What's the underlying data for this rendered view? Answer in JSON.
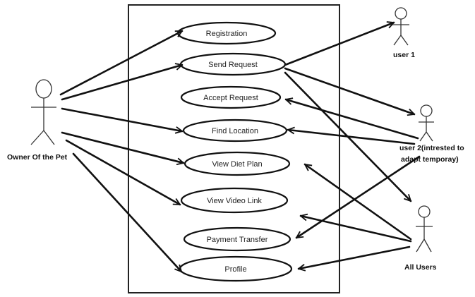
{
  "use_cases": [
    {
      "id": "registration",
      "label": "Registration"
    },
    {
      "id": "send-request",
      "label": "Send Request"
    },
    {
      "id": "accept-request",
      "label": "Accept Request"
    },
    {
      "id": "find-location",
      "label": "Find Location"
    },
    {
      "id": "view-diet-plan",
      "label": "View Diet Plan"
    },
    {
      "id": "view-video-link",
      "label": "View Video Link"
    },
    {
      "id": "payment-transfer",
      "label": "Payment Transfer"
    },
    {
      "id": "profile",
      "label": "Profile"
    }
  ],
  "actors": {
    "owner": {
      "label": "Owner Of the Pet"
    },
    "user1": {
      "label": "user 1"
    },
    "user2": {
      "label_line1": "user 2(intrested to",
      "label_line2": "adapt temporay)"
    },
    "all_users": {
      "label": "All Users"
    }
  },
  "associations": [
    {
      "from": "owner",
      "to": "registration"
    },
    {
      "from": "owner",
      "to": "send-request"
    },
    {
      "from": "owner",
      "to": "find-location"
    },
    {
      "from": "owner",
      "to": "view-diet-plan"
    },
    {
      "from": "owner",
      "to": "view-video-link"
    },
    {
      "from": "owner",
      "to": "profile"
    },
    {
      "from": "send-request",
      "to": "user1"
    },
    {
      "from": "send-request",
      "to": "user2"
    },
    {
      "from": "send-request",
      "to": "all_users"
    },
    {
      "from": "user2",
      "to": "accept-request"
    },
    {
      "from": "user2",
      "to": "find-location"
    },
    {
      "from": "user2",
      "to": "payment-transfer"
    },
    {
      "from": "all_users",
      "to": "view-diet-plan"
    },
    {
      "from": "all_users",
      "to": "view-video-link"
    },
    {
      "from": "all_users",
      "to": "profile"
    }
  ]
}
